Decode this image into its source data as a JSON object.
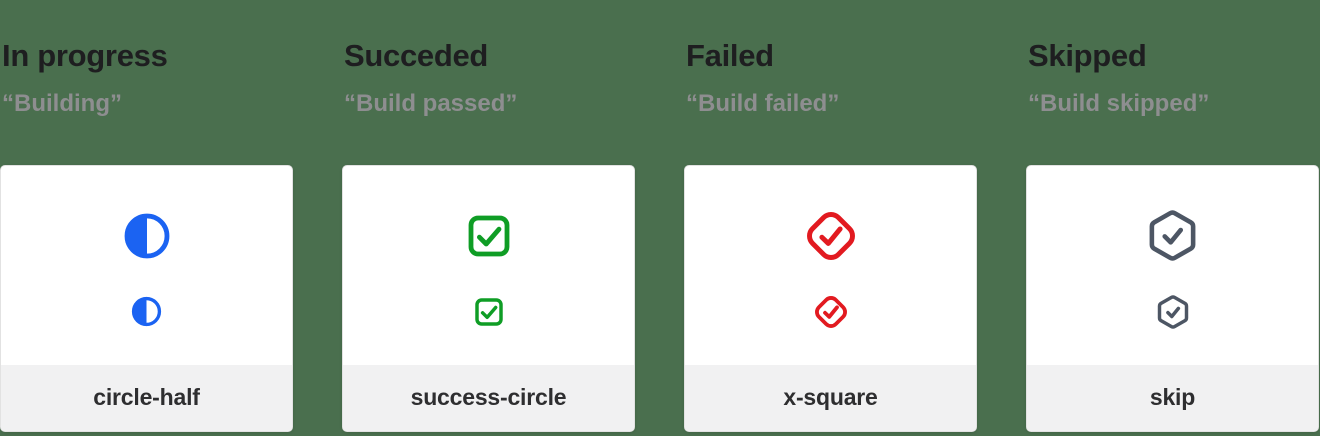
{
  "page": {
    "background_color": "#4a6f4e",
    "card_background": "#ffffff",
    "card_footer_background": "#f1f1f2"
  },
  "columns": [
    {
      "heading": "In progress",
      "subtitle": "“Building”",
      "label": "circle-half",
      "icon": "circle-half-icon",
      "accent": "#1b63f2"
    },
    {
      "heading": "Succeded",
      "subtitle": "“Build passed”",
      "label": "success-circle",
      "icon": "check-square-icon",
      "accent": "#0f9d25"
    },
    {
      "heading": "Failed",
      "subtitle": "“Build failed”",
      "label": "x-square",
      "icon": "diamond-check-icon",
      "accent": "#e21a20"
    },
    {
      "heading": "Skipped",
      "subtitle": "“Build skipped”",
      "label": "skip",
      "icon": "hexagon-check-icon",
      "accent": "#4d5664"
    }
  ]
}
